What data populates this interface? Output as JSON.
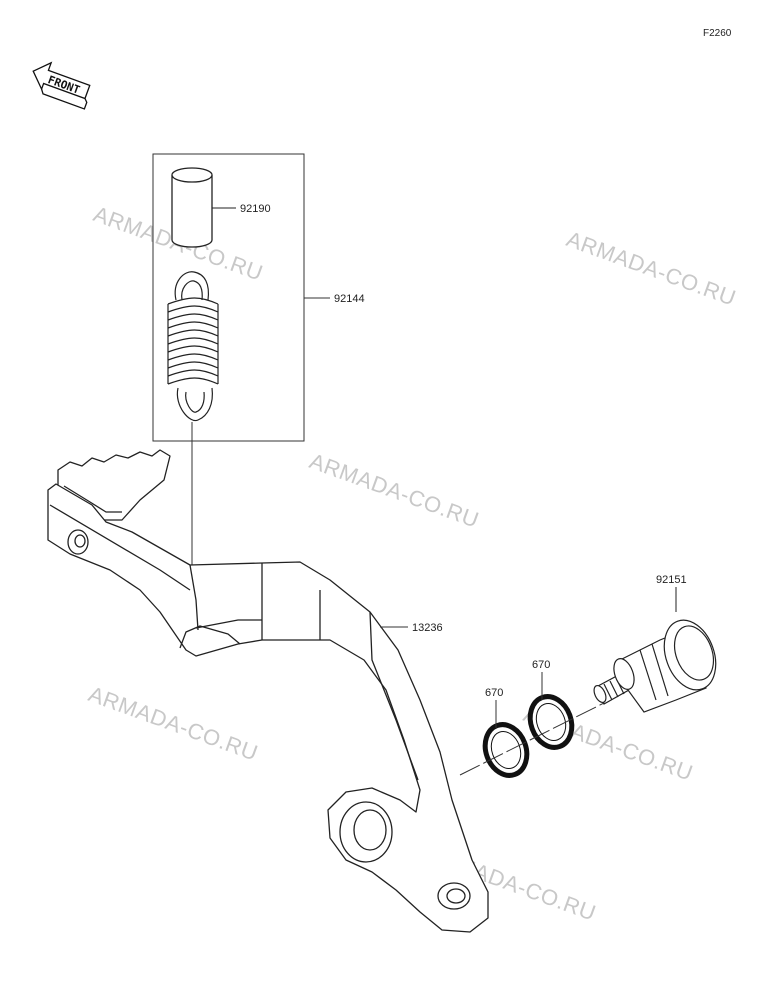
{
  "figure_code": "F2260",
  "front_indicator": "FRONT",
  "watermark": "ARMADA-CO.RU",
  "parts": {
    "pedal": "13236",
    "spring_set": "92144",
    "collar": "92190",
    "pivot_bolt": "92151",
    "o_ring_left": "670",
    "o_ring_right": "670"
  }
}
